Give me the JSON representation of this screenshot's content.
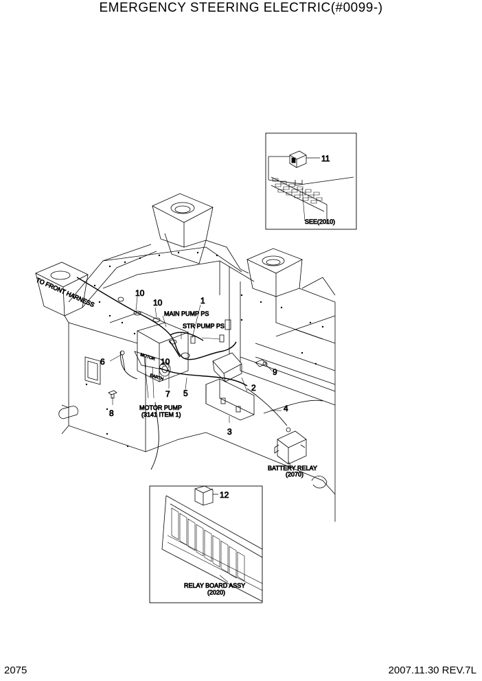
{
  "title": "EMERGENCY STEERING ELECTRIC(#0099-)",
  "footer": {
    "page_number": "2075",
    "date_revision": "2007.11.30  REV.7L"
  },
  "callouts": {
    "c1": "1",
    "c2": "2",
    "c3": "3",
    "c4": "4",
    "c5": "5",
    "c6": "6",
    "c7": "7",
    "c8": "8",
    "c9": "9",
    "c10a": "10",
    "c10b": "10",
    "c10c": "10",
    "c11": "11",
    "c12": "12"
  },
  "labels": {
    "to_front_harness": "TO FRONT HARNESS",
    "main_pump_ps": "MAIN PUMP PS",
    "str_pump_ps": "STR PUMP PS",
    "motor_pump": "MOTOR PUMP",
    "motor_pump_ref": "(3141 ITEM 1)",
    "battery_relay": "BATTERY RELAY",
    "battery_relay_ref": "(2070)",
    "see_2010": "SEE(2010)",
    "relay_board_assy": "RELAY BOARD ASSY",
    "relay_board_ref": "(2020)",
    "motor_tag": "MOTOR",
    "earth_tag": "EARTH"
  }
}
